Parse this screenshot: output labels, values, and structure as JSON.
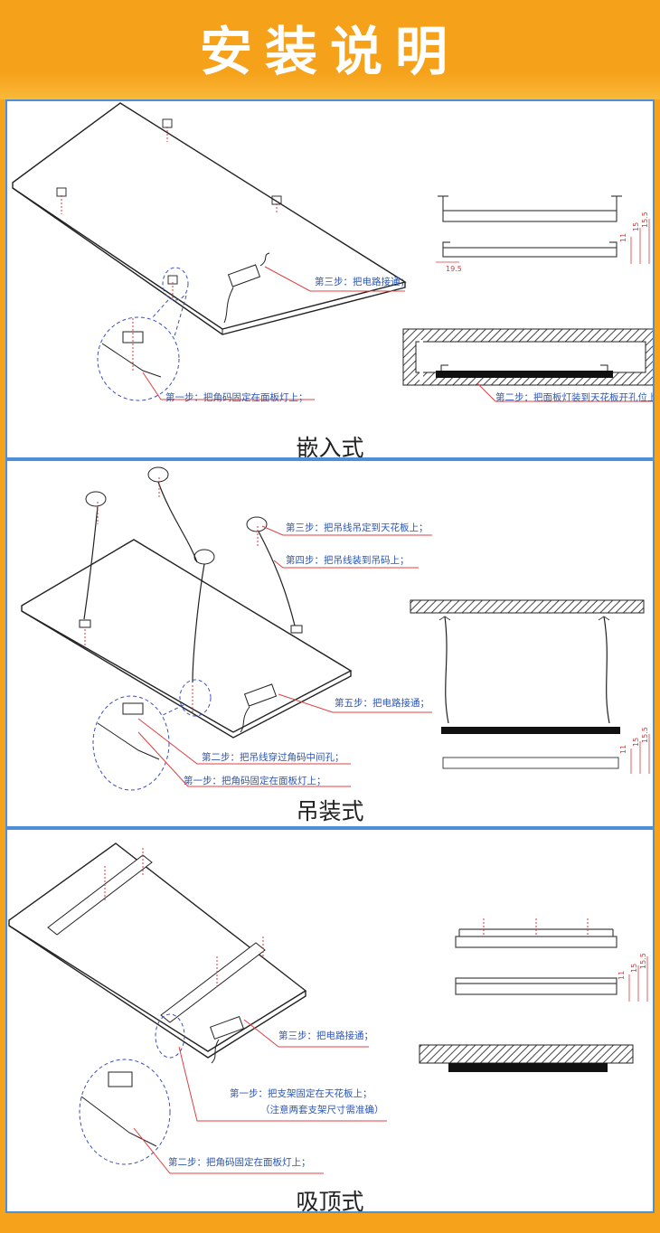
{
  "header": {
    "title": "安装说明"
  },
  "sections": [
    {
      "title": "嵌入式",
      "steps": [
        "第三步：把电路接通；",
        "第一步：把角码固定在面板灯上；",
        "第二步：把面板灯装到天花板开孔位上；"
      ],
      "dims": [
        "11",
        "15",
        "15.5",
        "19.5"
      ]
    },
    {
      "title": "吊装式",
      "steps": [
        "第三步：把吊线吊定到天花板上；",
        "第四步：把吊线装到吊码上；",
        "第五步：把电路接通；",
        "第二步：把吊线穿过角码中间孔；",
        "第一步：把角码固定在面板灯上；"
      ],
      "dims": [
        "11",
        "15",
        "15.5"
      ]
    },
    {
      "title": "吸顶式",
      "steps": [
        "第三步：把电路接通；",
        "第一步：把支架固定在天花板上；",
        "（注意两套支架尺寸需准确）",
        "第二步：把角码固定在面板灯上；"
      ],
      "dims": [
        "11",
        "15",
        "15.5"
      ]
    }
  ],
  "colors": {
    "header": "#f6a11a",
    "border": "#4f8fd6",
    "callout_text": "#2a55b8",
    "leader": "#e04040"
  }
}
